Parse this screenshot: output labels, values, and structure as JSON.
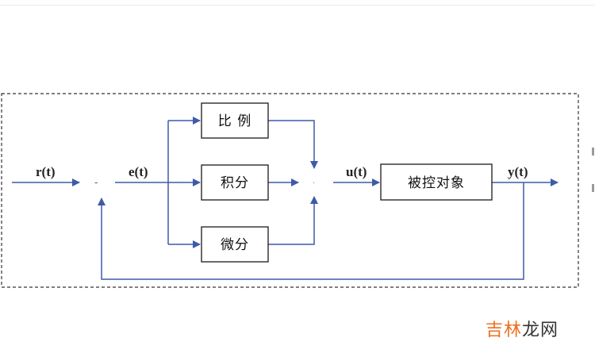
{
  "signals": {
    "reference": "r(t)",
    "minus": "-",
    "error": "e(t)",
    "control": "u(t)",
    "output": "y(t)"
  },
  "blocks": {
    "proportional": "比 例",
    "integral": "积分",
    "derivative": "微分",
    "plant": "被控对象"
  },
  "watermark": {
    "part1": "吉林",
    "part2": "龙网"
  },
  "colors": {
    "line": "#3e5aa8",
    "block_border": "#1a1a1a",
    "frame": "#333333",
    "watermark_accent": "#ec6f21"
  }
}
